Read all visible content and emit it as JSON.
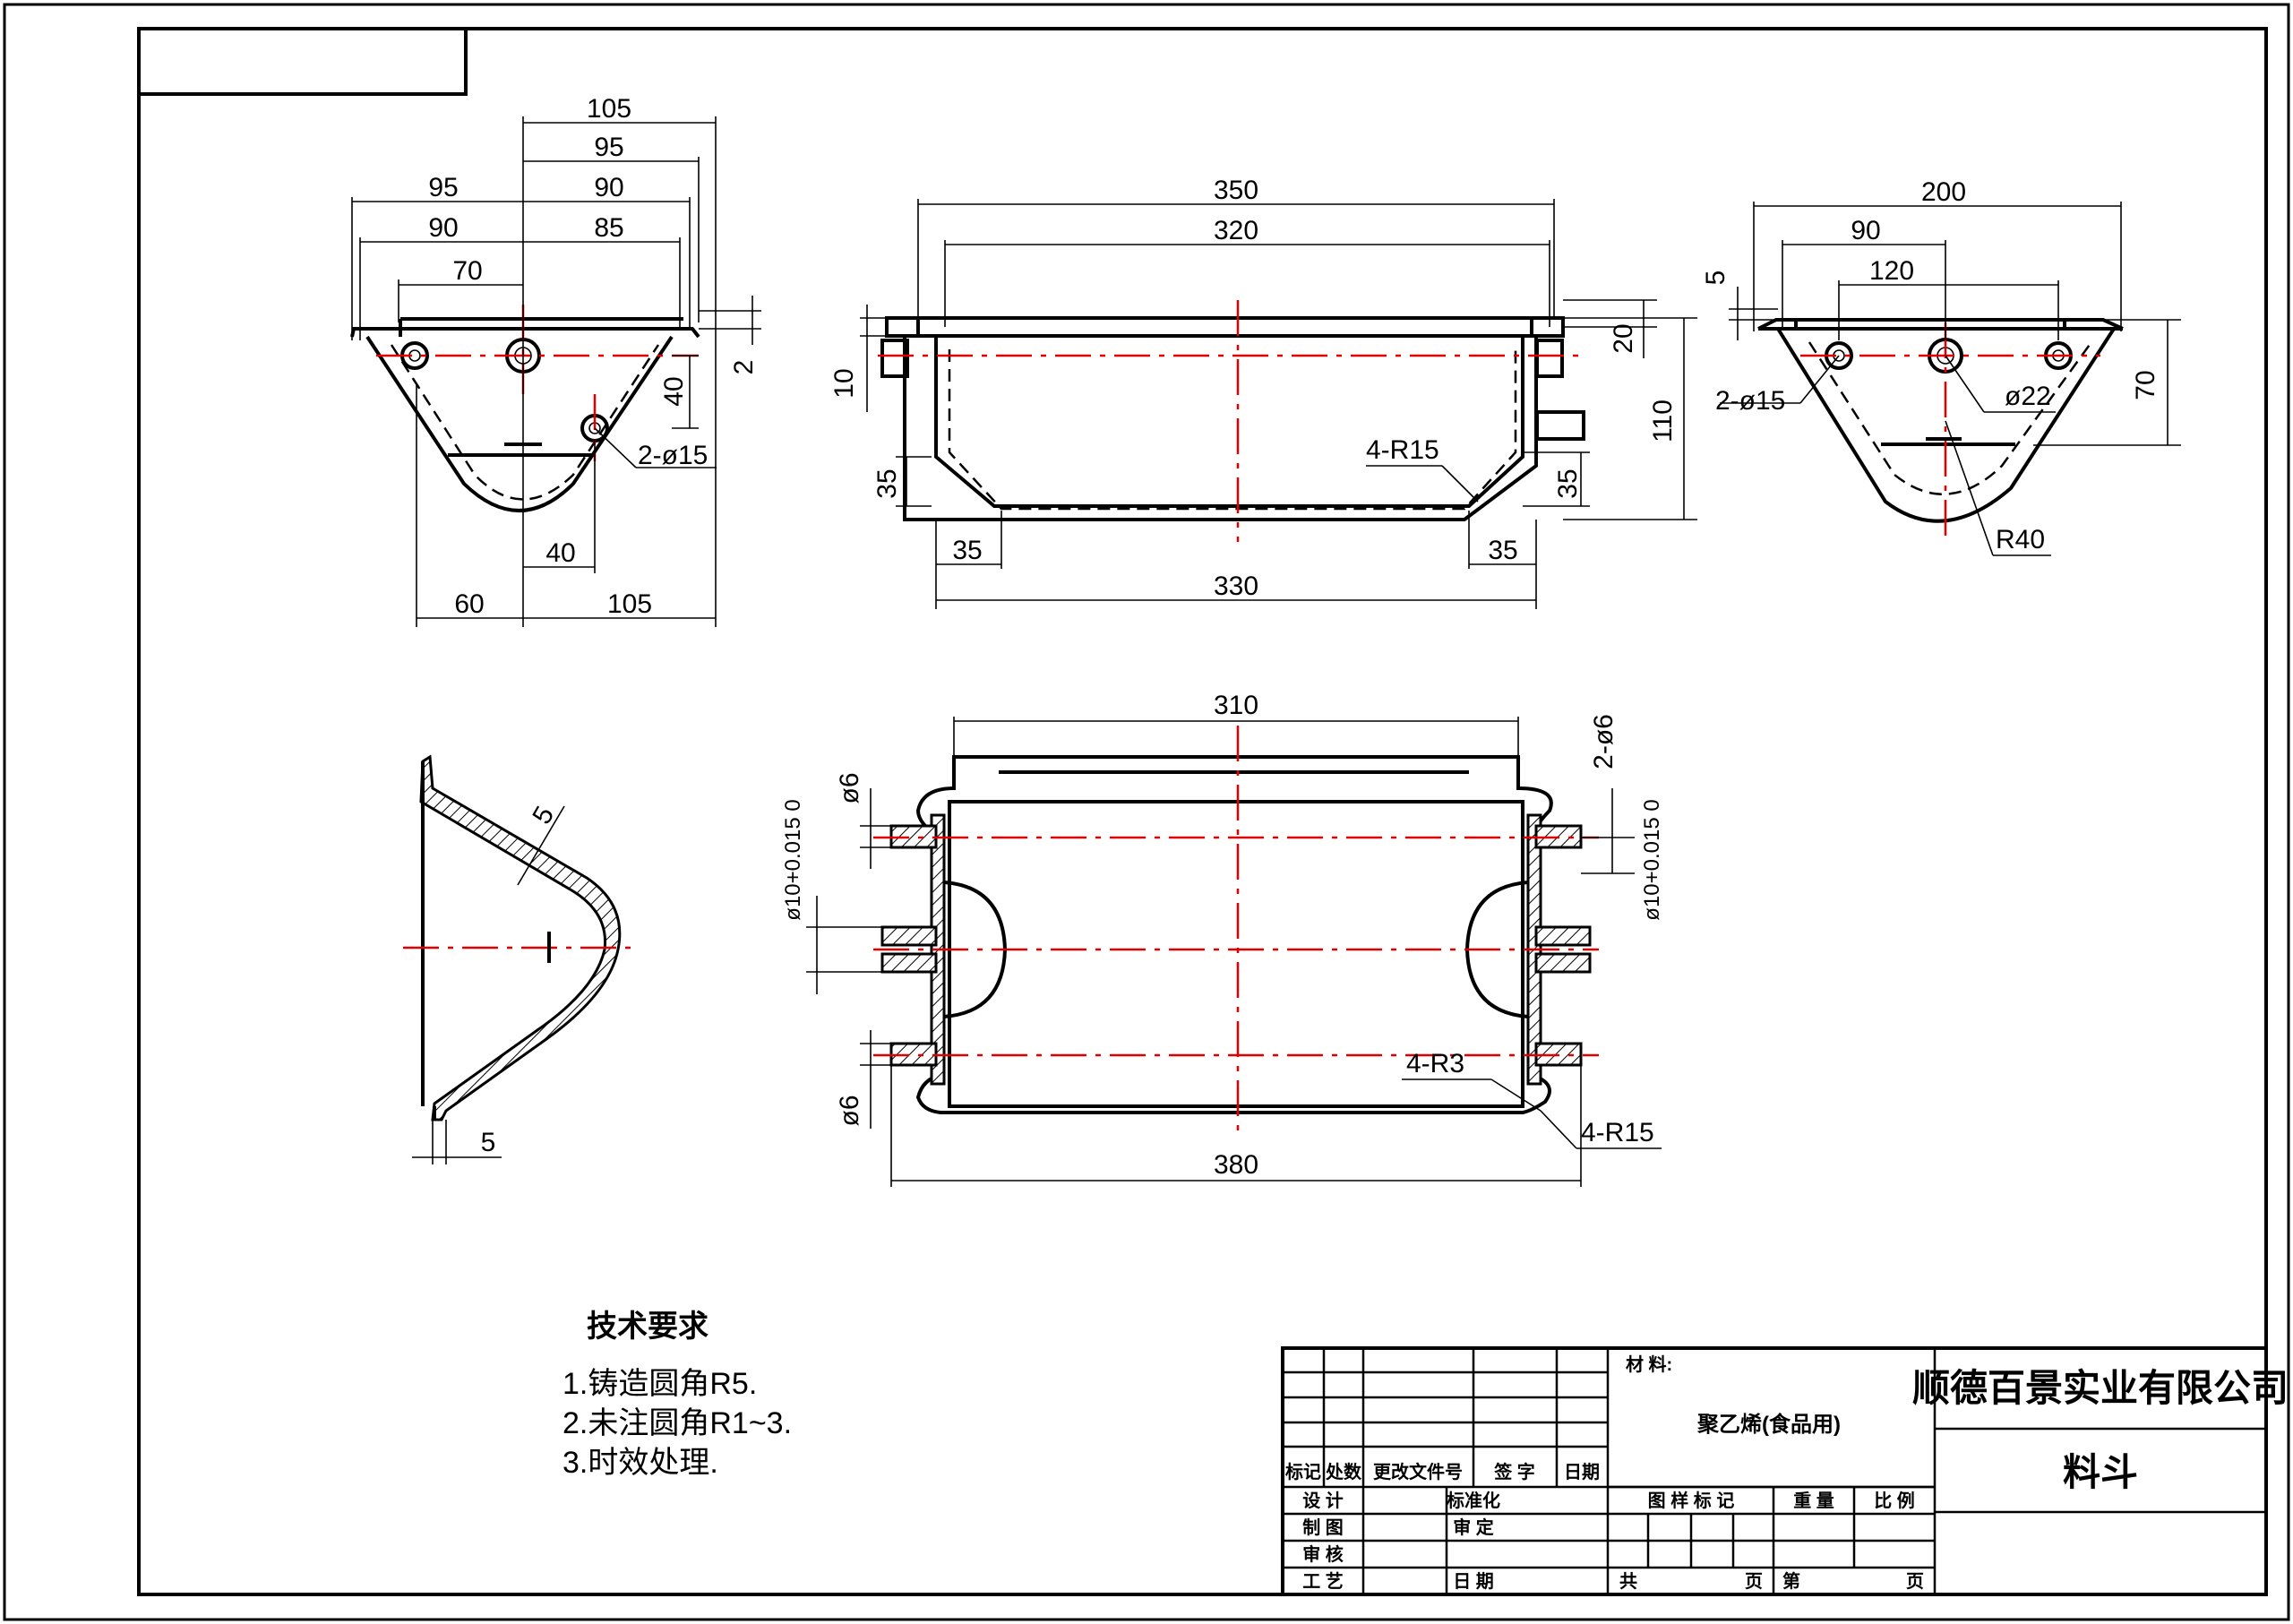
{
  "drawing": {
    "top_left_view": {
      "dims": {
        "d105_top": "105",
        "d95_a": "95",
        "d95_b": "95",
        "d90_a": "90",
        "d90_b": "90",
        "d85": "85",
        "d70": "70",
        "d2": "2",
        "d40_v": "40",
        "d40_h": "40",
        "d60": "60",
        "d105_bottom": "105",
        "hole_callout": "2-ø15"
      }
    },
    "front_view": {
      "dims": {
        "d350": "350",
        "d320": "320",
        "d10": "10",
        "d20": "20",
        "d110": "110",
        "d35_left_v": "35",
        "d35_right_v": "35",
        "d35_left_h": "35",
        "d35_right_h": "35",
        "d330": "330",
        "radius_callout": "4-R15"
      }
    },
    "side_view": {
      "dims": {
        "d200": "200",
        "d90": "90",
        "d120": "120",
        "d5": "5",
        "d70": "70",
        "hole_callout": "2-ø15",
        "hole_big": "ø22",
        "radius": "R40"
      }
    },
    "section_view": {
      "dims": {
        "thickness_5_a": "5",
        "thickness_5_b": "5"
      }
    },
    "plan_view": {
      "dims": {
        "d310": "310",
        "d380": "380",
        "d6_top": "ø6",
        "d6_bottom": "ø6",
        "d2_6": "2-ø6",
        "tol_left": "ø10+0.015 0",
        "tol_right": "ø10+0.015 0",
        "r3": "4-R3",
        "r15": "4-R15"
      }
    }
  },
  "notes": {
    "title": "技术要求",
    "items": [
      "1.铸造圆角R5.",
      "2.未注圆角R1~3.",
      "3.时效处理."
    ]
  },
  "title_block": {
    "header_cols": [
      "标记",
      "处数",
      "更改文件号",
      "签 字",
      "日期"
    ],
    "sign_rows": [
      "设 计",
      "制 图",
      "审 核",
      "工 艺"
    ],
    "sign_mid": [
      "标准化",
      "审 定",
      "日 期"
    ],
    "material_label": "材 料:",
    "material_value": "聚乙烯(食品用)",
    "info_header": [
      "图 样 标 记",
      "重 量",
      "比 例"
    ],
    "sheet_label": [
      "共",
      "页",
      "第",
      "页"
    ],
    "company": "顺德百景实业有限公司",
    "part_name": "料斗"
  }
}
